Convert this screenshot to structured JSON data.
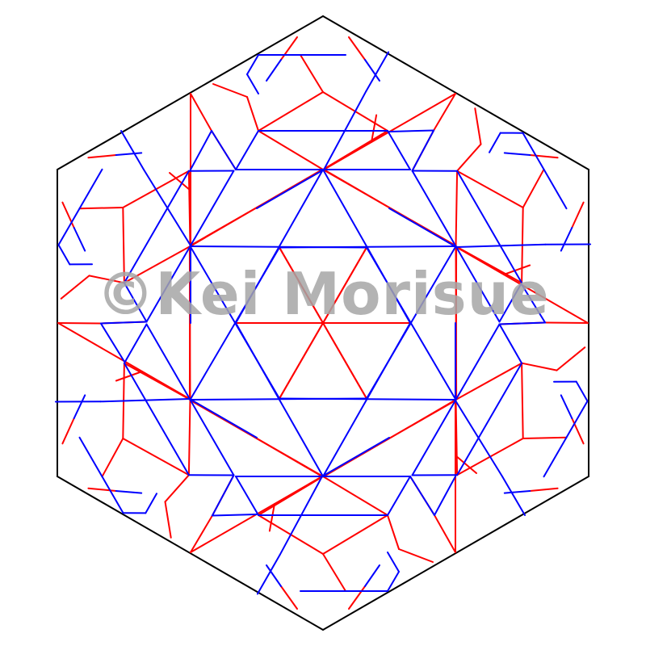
{
  "watermark": {
    "text": "©Kei Morisue"
  },
  "colors": {
    "background": "#ffffff",
    "outline": "#000000",
    "mountain": "#ff0000",
    "valley": "#0000ff",
    "watermark": "#a6a6a6"
  },
  "legend_semantics": {
    "mountain_fold_color": "red",
    "valley_fold_color": "blue"
  }
}
